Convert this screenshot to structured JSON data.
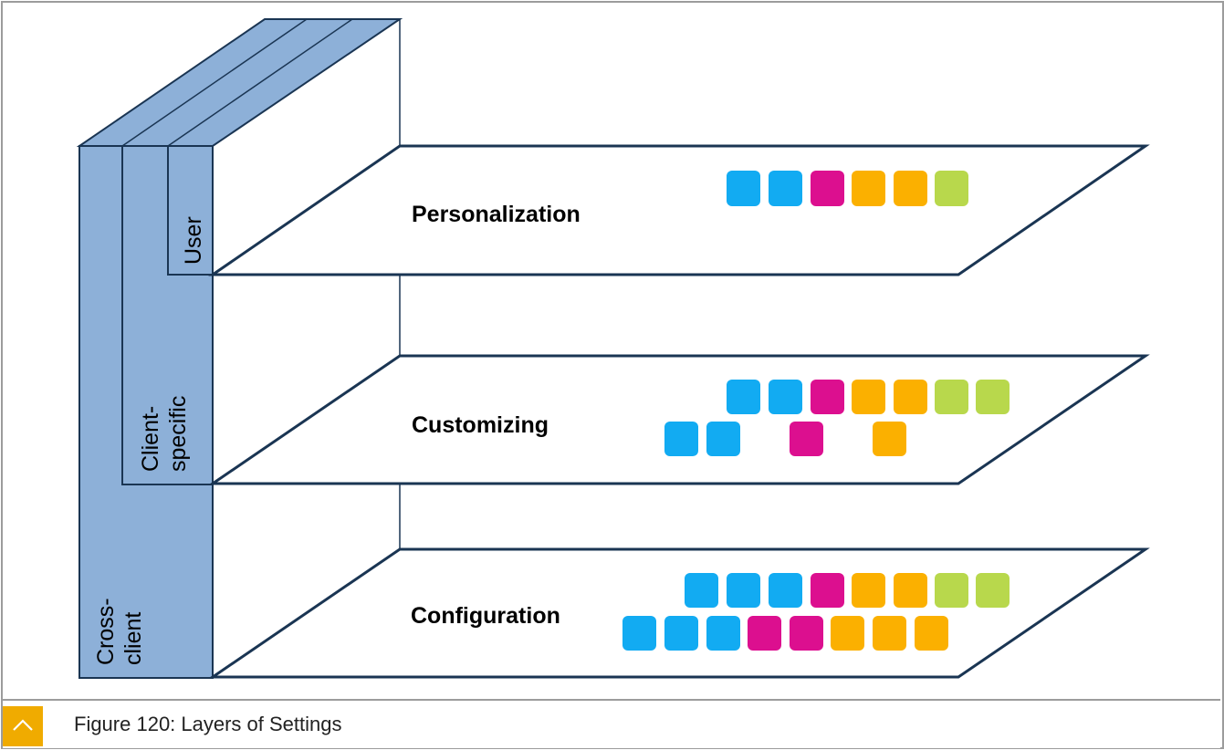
{
  "diagram": {
    "layers": [
      {
        "label": "Personalization",
        "tab_lines": [
          "User"
        ]
      },
      {
        "label": "Customizing",
        "tab_lines": [
          "Client-",
          "specific"
        ]
      },
      {
        "label": "Configuration",
        "tab_lines": [
          "Cross-",
          "client"
        ]
      }
    ],
    "colors": {
      "blue": "#12abf2",
      "magenta": "#dc0f8f",
      "orange": "#fbb000",
      "green": "#b8d84c",
      "panel_fill": "#8db0d8",
      "outline": "#1a3553"
    }
  },
  "caption": {
    "text": "Figure 120: Layers of Settings",
    "toggle_icon": "chevron-up-icon"
  }
}
